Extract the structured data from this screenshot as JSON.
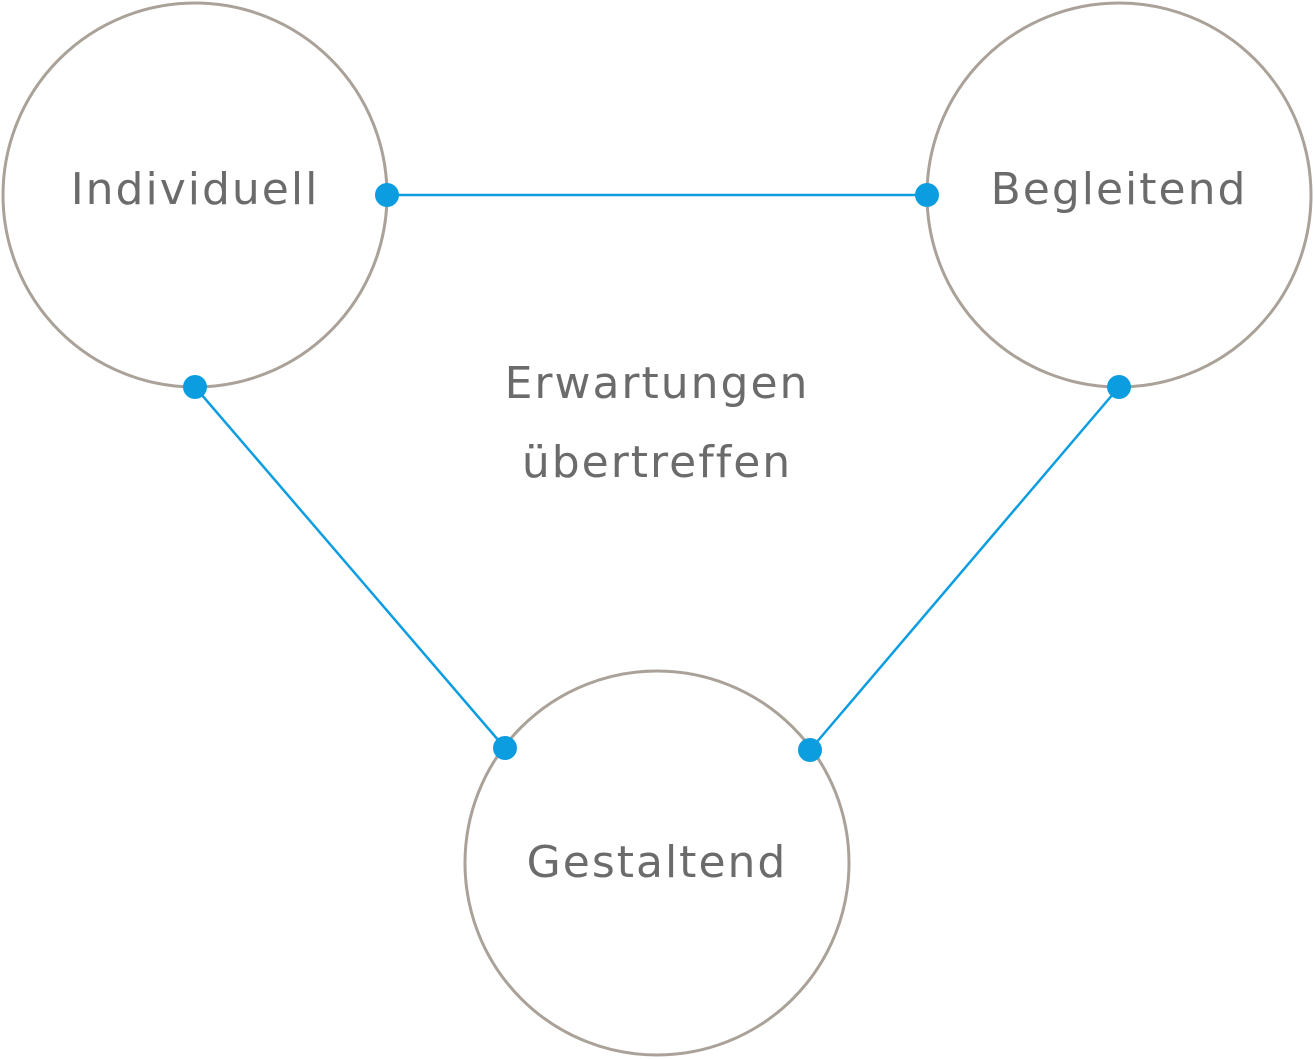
{
  "colors": {
    "circle_stroke": "#aaa298",
    "connector": "#0b9de0",
    "text": "#6b6b6b",
    "background": "#ffffff"
  },
  "nodes": {
    "individuell": {
      "label": "Individuell"
    },
    "begleitend": {
      "label": "Begleitend"
    },
    "gestaltend": {
      "label": "Gestaltend"
    }
  },
  "center": {
    "line1": "Erwartungen",
    "line2": "übertreffen"
  }
}
